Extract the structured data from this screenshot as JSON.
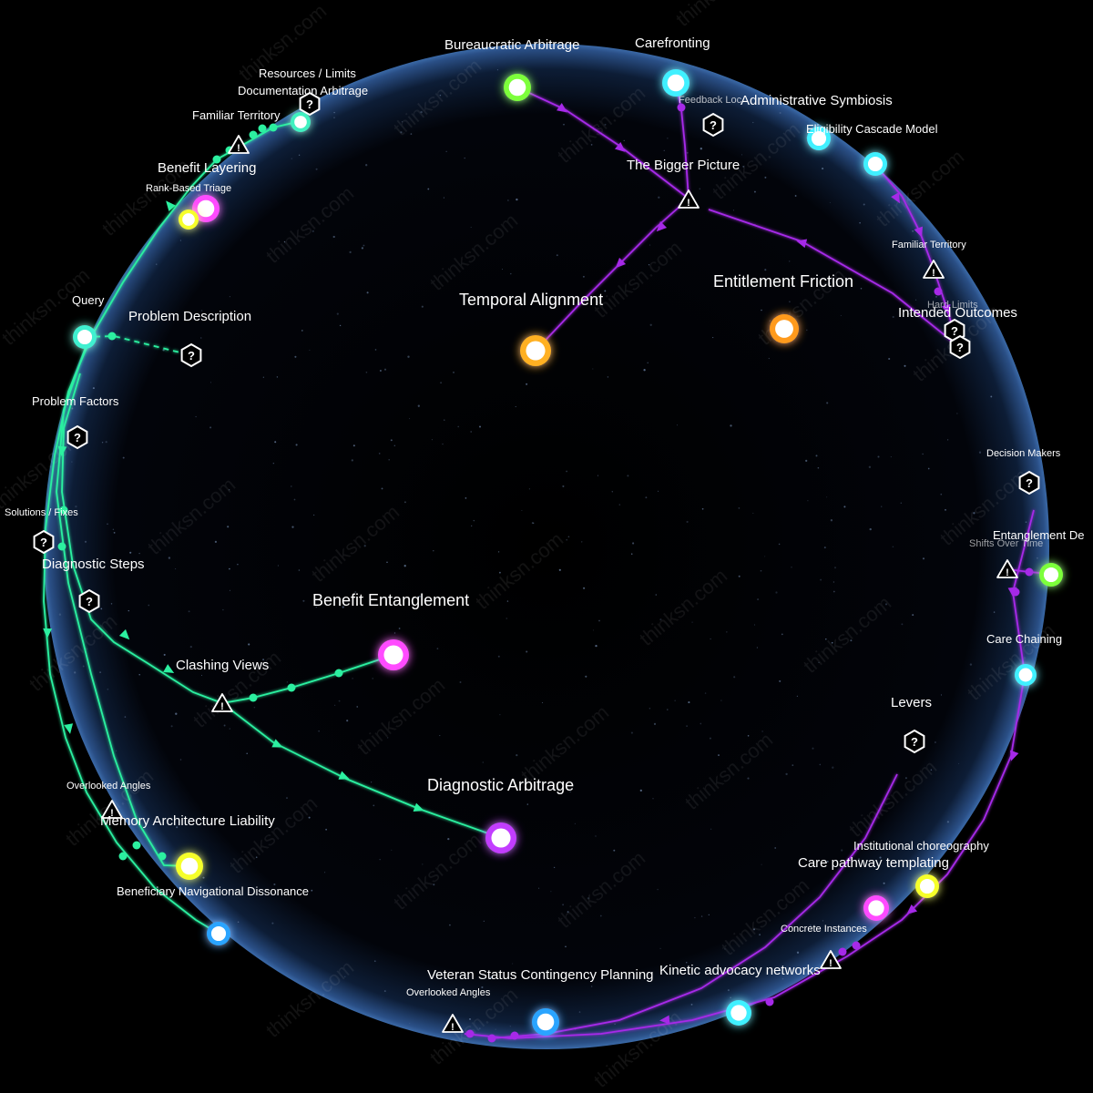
{
  "colors": {
    "background": "#000000",
    "sphere_edge": "#5b8fd6",
    "green_line": "#2cf0a0",
    "purple_line": "#a629e8"
  },
  "watermark": "thinksn.com",
  "labels": {
    "bureaucratic_arbitrage": "Bureaucratic Arbitrage",
    "carefronting": "Carefronting",
    "feedback_loops": "Feedback Loc",
    "administrative_symbiosis": "Administrative Symbiosis",
    "eligibility_cascade_model": "Eligibility Cascade Model",
    "the_bigger_picture": "The Bigger Picture",
    "familiar_territory_right": "Familiar Territory",
    "hard_limits": "Hard Limits",
    "intended_outcomes": "Intended Outcomes",
    "temporal_alignment": "Temporal Alignment",
    "entitlement_friction": "Entitlement Friction",
    "resources_limits": "Resources / Limits",
    "documentation_arbitrage": "Documentation Arbitrage",
    "familiar_territory_left": "Familiar Territory",
    "benefit_layering": "Benefit Layering",
    "rank_based_triage": "Rank-Based Triage",
    "query": "Query",
    "problem_description": "Problem Description",
    "problem_factors": "Problem Factors",
    "solutions_fixes": "Solutions / Fixes",
    "diagnostic_steps": "Diagnostic Steps",
    "benefit_entanglement": "Benefit Entanglement",
    "clashing_views": "Clashing Views",
    "decision_makers": "Decision Makers",
    "entanglement_de": "Entanglement De",
    "shifts_over_time": "Shifts Over Time",
    "care_chaining": "Care Chaining",
    "levers": "Levers",
    "diagnostic_arbitrage": "Diagnostic Arbitrage",
    "overlooked_angles_left": "Overlooked Angles",
    "memory_architecture_liability": "Memory Architecture Liability",
    "beneficiary_navigational_dissonance": "Beneficiary Navigational Dissonance",
    "institutional_choreography": "Institutional choreography",
    "care_pathway_templating": "Care pathway templating",
    "concrete_instances": "Concrete Instances",
    "veteran_status": "Veteran Status Contingency Planning",
    "overlooked_angles_bottom": "Overlooked Angles",
    "kinetic_advocacy_networks": "Kinetic advocacy networks"
  }
}
